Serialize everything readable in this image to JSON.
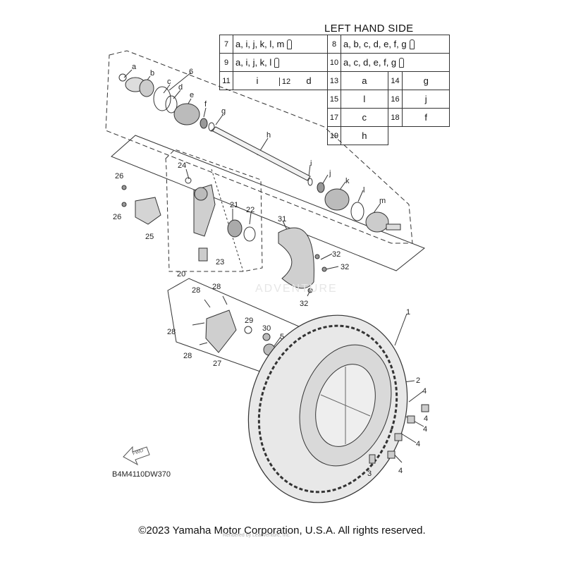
{
  "title": "LEFT HAND SIDE",
  "table": [
    [
      {
        "num": "7",
        "val": "a, i, j, k, l, m",
        "tube": true
      },
      {
        "num": "8",
        "val": "a, b, c, d, e, f, g",
        "tube": true
      }
    ],
    [
      {
        "num": "9",
        "val": "a, i, j, k, l",
        "tube": true
      },
      {
        "num": "10",
        "val": "a, c, d, e, f, g",
        "tube": true
      }
    ],
    [
      {
        "num": "11",
        "val": "i"
      },
      {
        "num": "12",
        "val": "d"
      },
      {
        "num": "13",
        "val": "a"
      },
      {
        "num": "14",
        "val": "g"
      }
    ],
    [
      {
        "num": "15",
        "val": "l"
      },
      {
        "num": "16",
        "val": "j"
      }
    ],
    [
      {
        "num": "17",
        "val": "c"
      },
      {
        "num": "18",
        "val": "f"
      }
    ],
    [
      {
        "num": "19",
        "val": "h"
      }
    ]
  ],
  "part_labels": [
    "a",
    "b",
    "c",
    "d",
    "e",
    "f",
    "g",
    "h",
    "i",
    "j",
    "k",
    "l",
    "m",
    "1",
    "2",
    "3",
    "4",
    "4",
    "4",
    "4",
    "4",
    "5",
    "6",
    "20",
    "21",
    "22",
    "23",
    "24",
    "25",
    "26",
    "26",
    "27",
    "28",
    "28",
    "28",
    "28",
    "29",
    "30",
    "31",
    "32",
    "32",
    "32"
  ],
  "watermark": "ADVENTURE",
  "fwd_label": "FWD",
  "diagram_code": "B4M4110DW370",
  "copyright": "©2023 Yamaha Motor Corporation, U.S.A. All rights reserved.",
  "credit": "Rendered by Leadventure, Inc."
}
